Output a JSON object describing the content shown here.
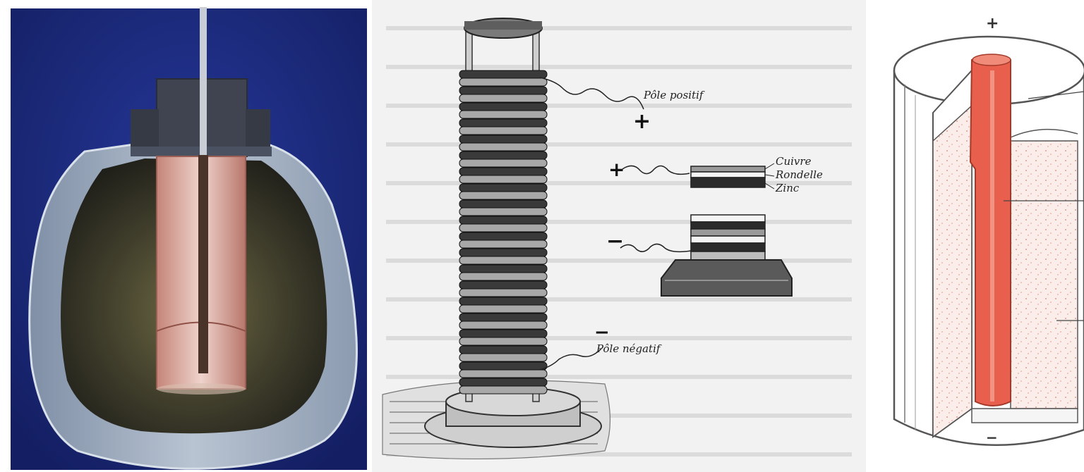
{
  "panels": [
    {
      "id": "baghdad-battery-photo"
    },
    {
      "id": "voltaic-pile-engraving",
      "labels": {
        "positive_pole": "Pôle positif",
        "negative_pole": "Pôle négatif",
        "copper": "Cuivre",
        "washer": "Rondelle",
        "zinc": "Zinc",
        "plus": "+",
        "minus": "−"
      }
    },
    {
      "id": "dry-cell-cutaway",
      "labels": {
        "plus": "+",
        "minus": "−"
      }
    }
  ],
  "colors": {
    "photo_background": "#1d2f86",
    "clay": "#a9b6c6",
    "copper": "#d7938a",
    "rod_red": "#e8604d",
    "paper": "#f2f2f2"
  }
}
